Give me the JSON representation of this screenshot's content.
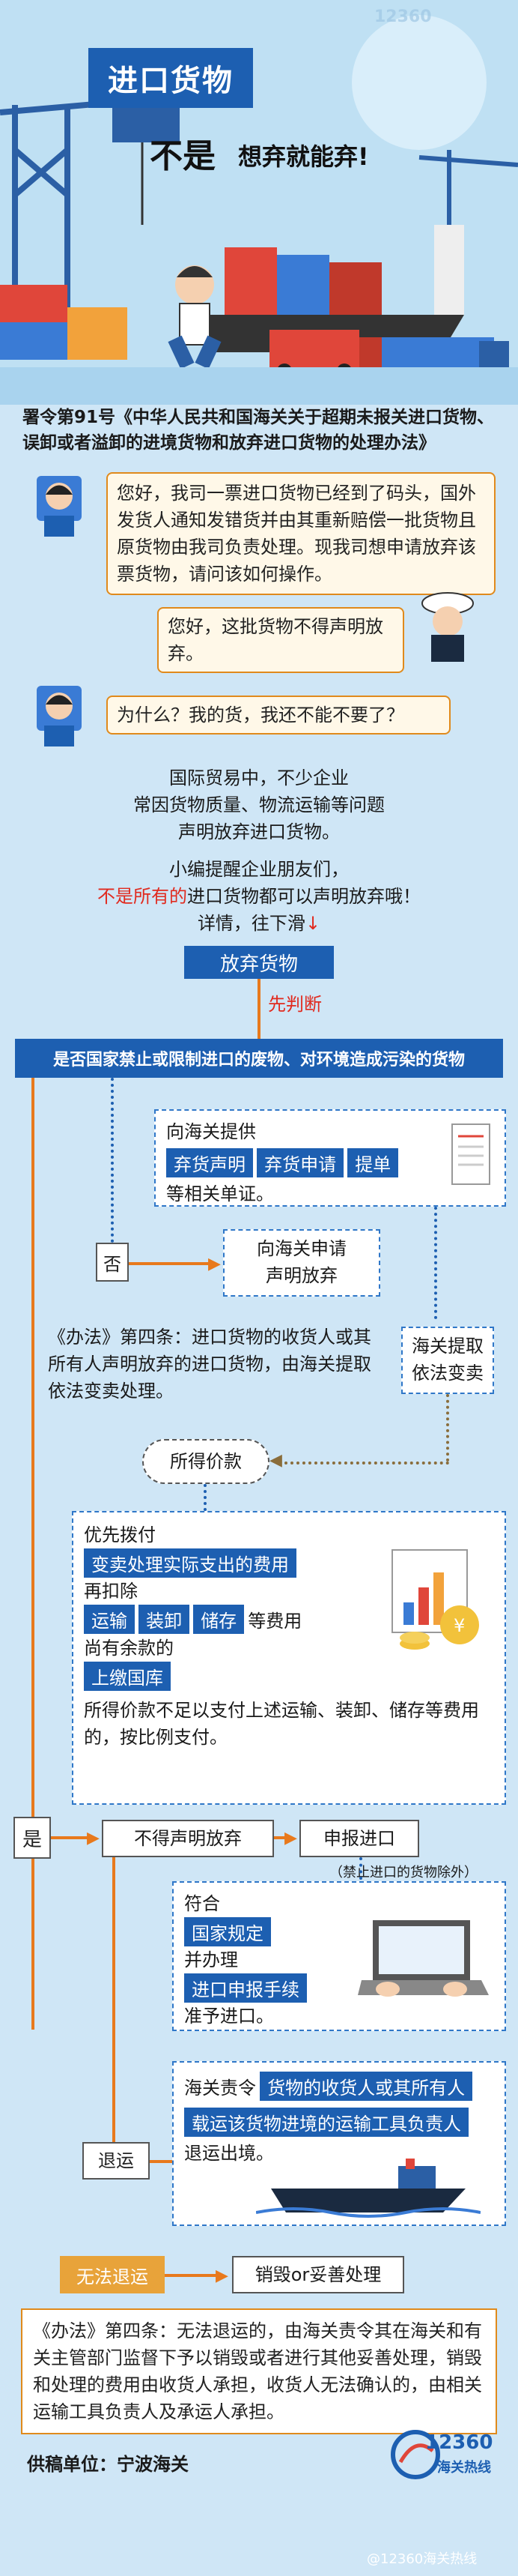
{
  "header": {
    "title": "进口货物",
    "subtitle_strong": "不是",
    "subtitle_rest": "想弃就能弃!",
    "watermark": "12360"
  },
  "law_title": "署令第91号《中华人民共和国海关关于超期未报关进口货物、误卸或者溢卸的进境货物和放弃进口货物的处理办法》",
  "chat": {
    "q1": "您好，我司一票进口货物已经到了码头，国外发货人通知发错货并由其重新赔偿一批货物且原货物由我司负责处理。现我司想申请放弃该票货物，请问该如何操作。",
    "a1": "您好，这批货物不得声明放弃。",
    "q2": "为什么？我的货，我还不能不要了？"
  },
  "intro": {
    "l1": "国际贸易中，不少企业",
    "l2": "常因货物质量、物流运输等问题",
    "l3": "声明放弃进口货物。",
    "l4": "小编提醒企业朋友们，",
    "l5_red": "不是所有的",
    "l5_rest": "进口货物都可以声明放弃哦！",
    "l6": "详情，往下滑"
  },
  "flow": {
    "abandon_goods": "放弃货物",
    "first_judge": "先判断",
    "question": "是否国家禁止或限制进口的废物、对环境造成污染的货物",
    "submit_to": "向海关提供",
    "docs": [
      "弃货声明",
      "弃货申请",
      "提单"
    ],
    "docs_etc": "等相关单证。",
    "no": "否",
    "apply_line1": "向海关申请",
    "apply_line2": "声明放弃",
    "art4_text": "《办法》第四条：进口货物的收货人或其所有人声明放弃的进口货物，由海关提取依法变卖处理。",
    "customs_sell_l1": "海关提取",
    "customs_sell_l2": "依法变卖",
    "proceeds": "所得价款",
    "priority": "优先拨付",
    "cost_tag": "变卖处理实际支出的费用",
    "deduct": "再扣除",
    "fees": [
      "运输",
      "装卸",
      "储存"
    ],
    "fees_etc": "等费用",
    "remain": "尚有余款的",
    "treasury": "上缴国库",
    "insufficient": "所得价款不足以支付上述运输、装卸、储存等费用的，按比例支付。",
    "yes": "是",
    "cannot_abandon": "不得声明放弃",
    "declare": "申报进口",
    "except_note": "（禁止进口的货物除外）",
    "comply": "符合",
    "national_rules": "国家规定",
    "and_handle": "并办理",
    "import_license": "进口申报手续",
    "allow_import": "准予进口。",
    "return": "退运",
    "customs_order": "海关责令",
    "consignee": "货物的收货人或其所有人",
    "carrier": "载运该货物进境的运输工具负责人",
    "return_exit": "退运出境。",
    "cannot_return": "无法退运",
    "destroy": "销毁or妥善处理",
    "art4b_text": "《办法》第四条：无法退运的，由海关责令其在海关和有关主管部门监督下予以销毁或者进行其他妥善处理，销毁和处理的费用由收货人承担，收货人无法确认的，由相关运输工具负责人及承运人承担。"
  },
  "footer": {
    "supplier": "供稿单位：宁波海关",
    "logo_num": "12360",
    "logo_name": "海关热线",
    "weibo": "@12360海关热线"
  },
  "colors": {
    "brand_blue": "#1d5fb1",
    "accent_orange": "#e8791c",
    "red": "#e12a1e",
    "bg": "#cfe6f6"
  }
}
